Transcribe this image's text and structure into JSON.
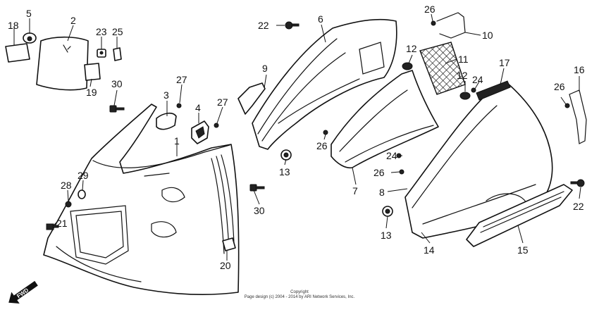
{
  "diagram": {
    "callouts": {
      "c1": "1",
      "c2": "2",
      "c3": "3",
      "c4": "4",
      "c5": "5",
      "c6": "6",
      "c7": "7",
      "c8": "8",
      "c9": "9",
      "c10": "10",
      "c11": "11",
      "c12a": "12",
      "c12b": "12",
      "c13a": "13",
      "c13b": "13",
      "c14": "14",
      "c15": "15",
      "c16": "16",
      "c17": "17",
      "c18": "18",
      "c19": "19",
      "c20": "20",
      "c21": "21",
      "c22a": "22",
      "c22b": "22",
      "c23": "23",
      "c24a": "24",
      "c24b": "24",
      "c25": "25",
      "c26a": "26",
      "c26b": "26",
      "c26c": "26",
      "c26d": "26",
      "c27a": "27",
      "c27b": "27",
      "c28": "28",
      "c29": "29",
      "c30a": "30",
      "c30b": "30"
    },
    "fwd_label": "FWD",
    "footer": {
      "copyright": "Copyright",
      "page_design": "Page design (c) 2004 - 2014 by ARI Network Services, Inc."
    }
  }
}
